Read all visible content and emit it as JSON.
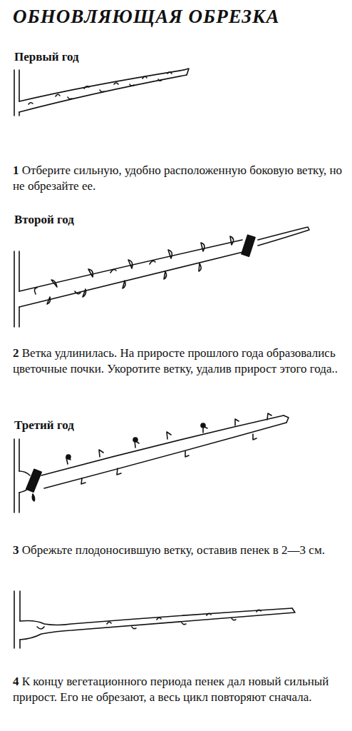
{
  "diagram": {
    "title": "ОБНОВЛЯЮЩАЯ ОБРЕЗКА",
    "labels": [
      "Первый год",
      "1",
      "Отберите сильную, удобно расположенную боковую ветку, но не обрезайте ее.",
      "Второй год",
      "2",
      "Ветка удлинилась. На приросте прошлого года образовались цветочные почки. Укоротите ветку, удалив прирост этого года..",
      "Третий год",
      "3",
      "Обрежьте плодоносившую ветку, оставив пенек в 2—3 см.",
      "4",
      "К концу вегетационного периода пенек дал новый сильный прирост. Его не обрезают, а весь цикл повторяют сначала."
    ]
  }
}
